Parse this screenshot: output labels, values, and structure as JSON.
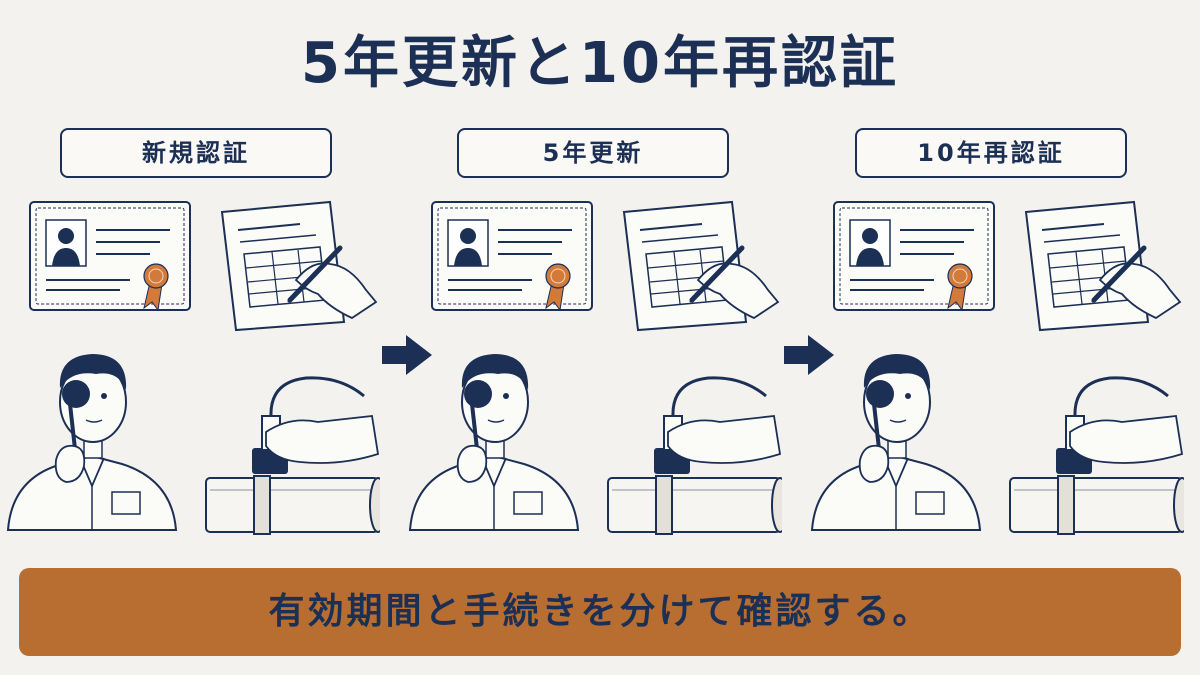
{
  "title": "5年更新と10年再認証",
  "stages": [
    {
      "label": "新規認証"
    },
    {
      "label": "5年更新"
    },
    {
      "label": "10年再認証"
    }
  ],
  "banner": {
    "text": "有効期間と手続きを分けて確認する。"
  },
  "colors": {
    "navy": "#1c2f55",
    "accent": "#b86e31",
    "background": "#f3f2ee",
    "ribbon": "#d27a3a"
  },
  "icons": [
    "certificate-icon",
    "form-sign-icon",
    "eye-test-icon",
    "pipe-inspection-icon",
    "arrow-right-icon"
  ]
}
